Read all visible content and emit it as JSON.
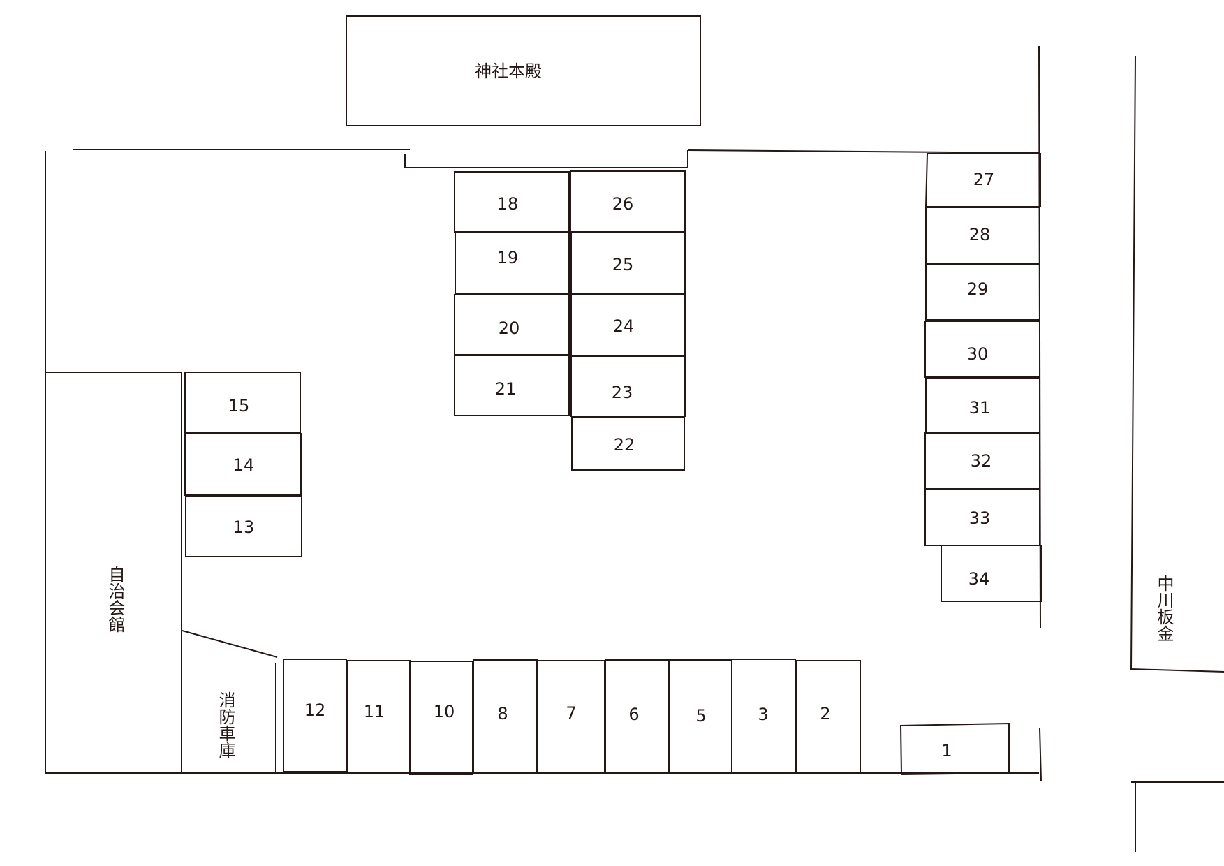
{
  "buildings": {
    "shrine": "神社本殿",
    "hall": "自治会館",
    "fire_garage": "消防車庫",
    "neighbor": "中川板金"
  },
  "spaces": {
    "s1": "1",
    "s2": "2",
    "s3": "3",
    "s5": "5",
    "s6": "6",
    "s7": "7",
    "s8": "8",
    "s10": "10",
    "s11": "11",
    "s12": "12",
    "s13": "13",
    "s14": "14",
    "s15": "15",
    "s18": "18",
    "s19": "19",
    "s20": "20",
    "s21": "21",
    "s22": "22",
    "s23": "23",
    "s24": "24",
    "s25": "25",
    "s26": "26",
    "s27": "27",
    "s28": "28",
    "s29": "29",
    "s30": "30",
    "s31": "31",
    "s32": "32",
    "s33": "33",
    "s34": "34"
  }
}
